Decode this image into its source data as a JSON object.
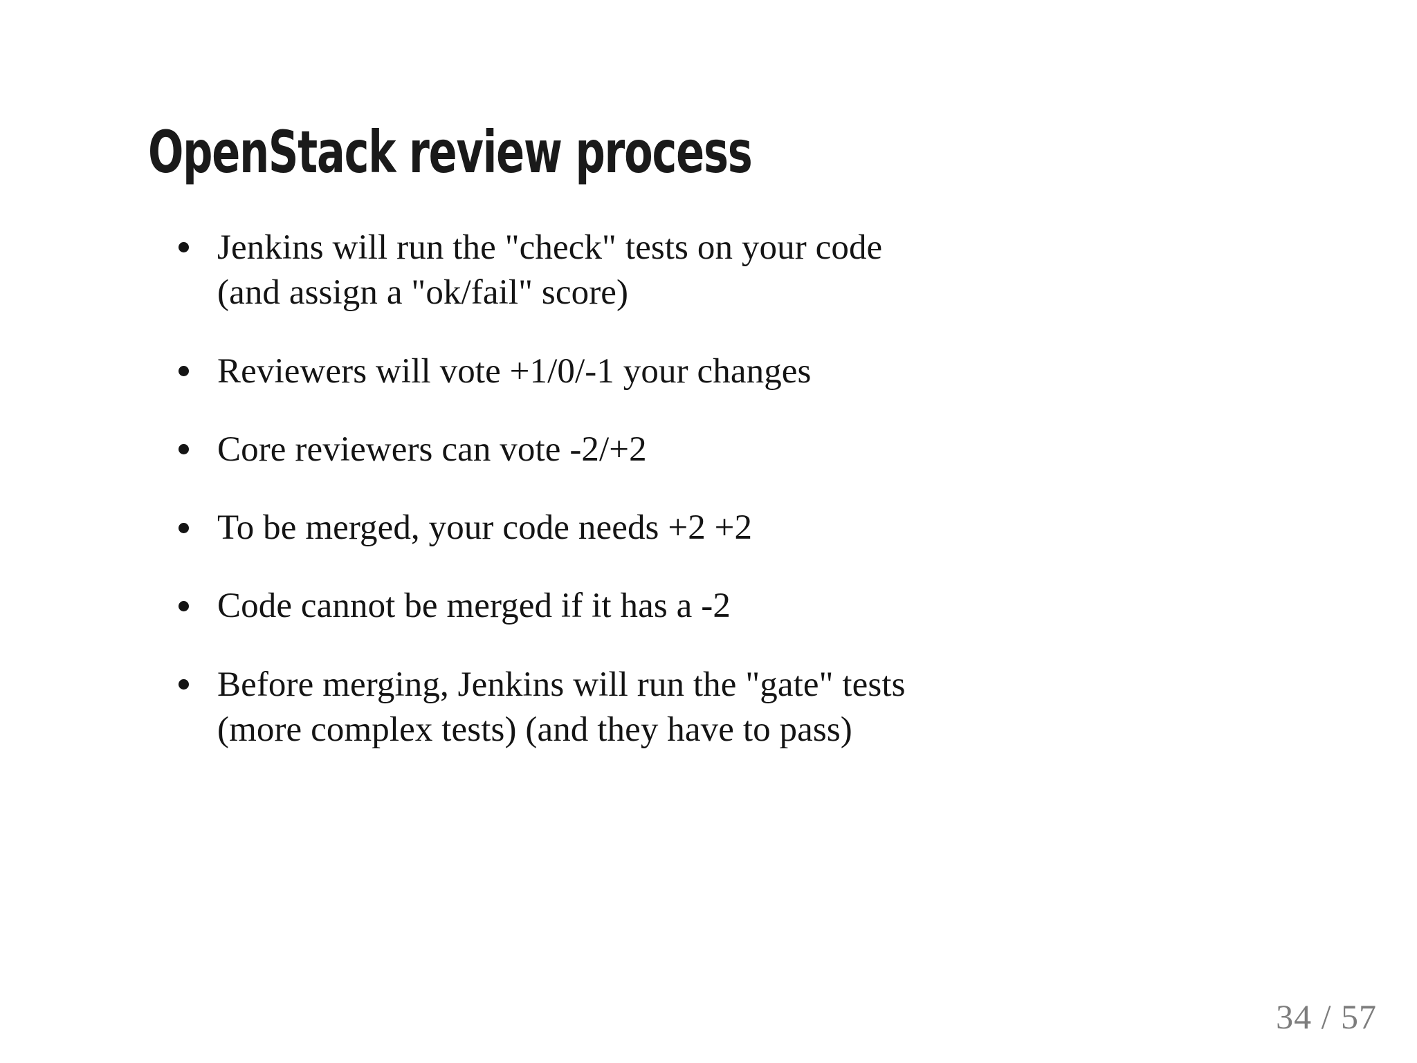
{
  "slide": {
    "title": "OpenStack review process",
    "background_color": "#ffffff",
    "text_color": "#141414",
    "bullets": [
      {
        "text": "Jenkins will run the \"check\" tests on your code\n(and assign a \"ok/fail\" score)"
      },
      {
        "text": "Reviewers will vote +1/0/-1 your changes"
      },
      {
        "text": "Core reviewers can vote -2/+2"
      },
      {
        "text": "To be merged, your code needs +2 +2"
      },
      {
        "text": "Code cannot be merged if it has a -2"
      },
      {
        "text": "Before merging, Jenkins will run the \"gate\" tests\n(more complex tests) (and they have to pass)"
      }
    ],
    "footer": {
      "page_label": "34 / 57",
      "current_page": 34,
      "total_pages": 57,
      "color": "#7d7d7d"
    }
  }
}
